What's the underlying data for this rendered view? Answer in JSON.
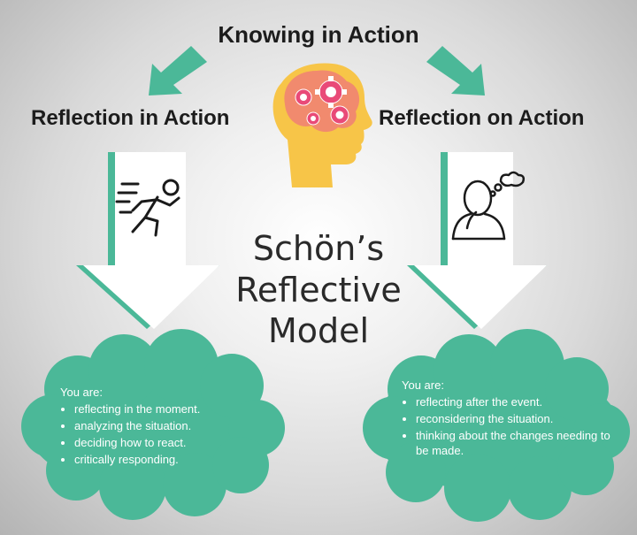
{
  "titles": {
    "top": "Knowing in Action",
    "left": "Reflection in Action",
    "right": "Reflection on Action"
  },
  "model": {
    "line1": "Schön’s",
    "line2": "Reflective",
    "line3": "Model"
  },
  "left_cloud": {
    "intro": "You are:",
    "items": [
      "reflecting in the moment.",
      "analyzing the situation.",
      "deciding how to react.",
      "critically responding."
    ]
  },
  "right_cloud": {
    "intro": "You are:",
    "items": [
      "reflecting after the event.",
      "reconsidering the situation.",
      "thinking about the changes needing to be made."
    ]
  },
  "colors": {
    "teal": "#4bb898",
    "head": "#f7c548",
    "brain": "#f18a6e",
    "gear": "#e94a78"
  },
  "icons": [
    "head-with-gears-icon",
    "running-person-icon",
    "thinking-person-icon"
  ]
}
